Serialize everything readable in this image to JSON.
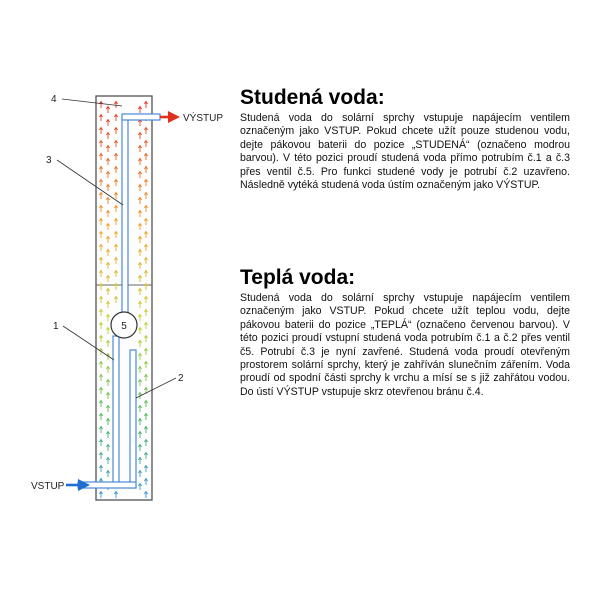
{
  "diagram": {
    "labels": {
      "l1": "1",
      "l2": "2",
      "l3": "3",
      "l4": "4",
      "l5": "5"
    },
    "inlet_label": "VSTUP",
    "outlet_label": "VÝSTUP",
    "colors": {
      "inlet_arrow": "#1e6fd0",
      "outlet_arrow": "#e03020",
      "cold_water": "#3a7fd6",
      "warm_water": "#e05020",
      "tank_outline": "#444444"
    }
  },
  "cold": {
    "title": "Studená voda:",
    "text": "Studená voda do solární sprchy vstupuje napájecím ventilem označeným jako VSTUP. Pokud chcete užít pouze studenou vodu, dejte pákovou baterii do pozice „STUDENÁ“ (označeno modrou barvou). V této pozici proudí studená voda přímo potrubím č.1 a č.3 přes ventil č.5. Pro funkci studené vody je potrubí č.2 uzavřeno. Následně vytéká studená voda ústím označeným jako VÝSTUP."
  },
  "warm": {
    "title": "Teplá voda:",
    "text": "Studená voda do solární sprchy vstupuje napájecím ventilem označeným jako VSTUP. Pokud chcete užít teplou vodu, dejte pákovou baterii do pozice „TEPLÁ“ (označeno červenou barvou). V této pozici proudí vstupní studená voda potrubím č.1 a č.2 přes ventil č5. Potrubí č.3 je nyní zavřené. Studená voda proudí otevřeným prostorem solární sprchy, který je zahříván slunečním zářením. Voda proudí od spodní části sprchy k vrchu a mísí se s již zahřátou vodou. Do ústí VÝSTUP vstupuje skrz otevřenou bránu č.4."
  }
}
